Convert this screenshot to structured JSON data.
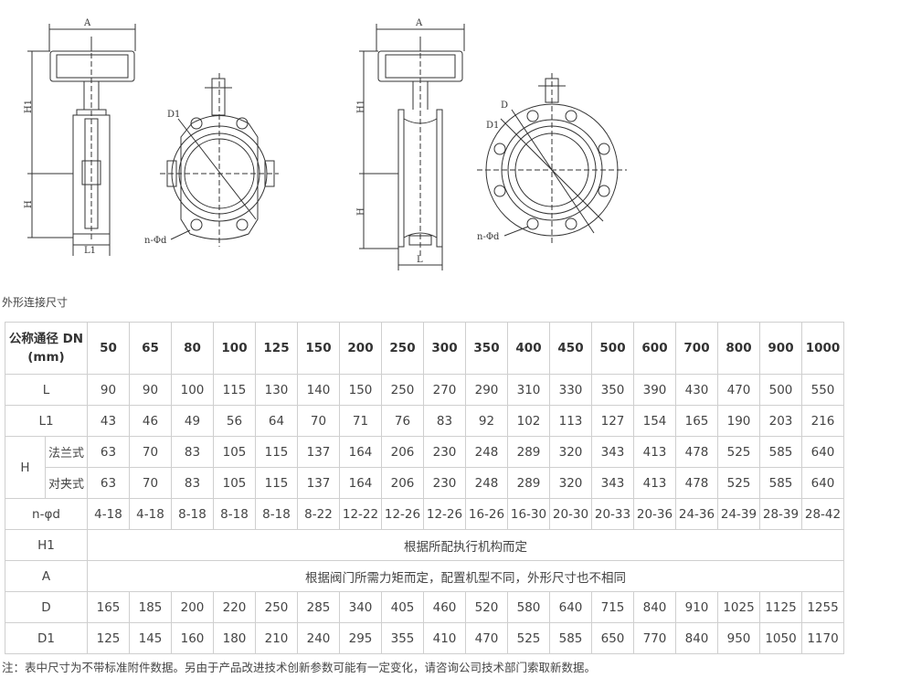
{
  "drawing_labels": {
    "dim_a": "A",
    "dim_h1": "H1",
    "dim_h": "H",
    "dim_l1": "L1",
    "dim_l": "L",
    "dim_d": "D",
    "dim_d1": "D1",
    "bolt_holes": "n-Φd"
  },
  "section_title": "外形连接尺寸",
  "table": {
    "corner_label_1": "公称通径 DN",
    "corner_label_2": "(mm)",
    "dn": [
      "50",
      "65",
      "80",
      "100",
      "125",
      "150",
      "200",
      "250",
      "300",
      "350",
      "400",
      "450",
      "500",
      "600",
      "700",
      "800",
      "900",
      "1000"
    ],
    "rows": {
      "L": {
        "label": "L",
        "values": [
          "90",
          "90",
          "100",
          "115",
          "130",
          "140",
          "150",
          "250",
          "270",
          "290",
          "310",
          "330",
          "350",
          "390",
          "430",
          "470",
          "500",
          "550"
        ]
      },
      "L1": {
        "label": "L1",
        "values": [
          "43",
          "46",
          "49",
          "56",
          "64",
          "70",
          "71",
          "76",
          "83",
          "92",
          "102",
          "113",
          "127",
          "154",
          "165",
          "190",
          "203",
          "216"
        ]
      },
      "H_label": "H",
      "H_flange": {
        "label": "法兰式",
        "values": [
          "63",
          "70",
          "83",
          "105",
          "115",
          "137",
          "164",
          "206",
          "230",
          "248",
          "289",
          "320",
          "343",
          "413",
          "478",
          "525",
          "585",
          "640"
        ]
      },
      "H_wafer": {
        "label": "对夹式",
        "values": [
          "63",
          "70",
          "83",
          "105",
          "115",
          "137",
          "164",
          "206",
          "230",
          "248",
          "289",
          "320",
          "343",
          "413",
          "478",
          "525",
          "585",
          "640"
        ]
      },
      "nd": {
        "label": "n-φd",
        "values": [
          "4-18",
          "4-18",
          "8-18",
          "8-18",
          "8-18",
          "8-22",
          "12-22",
          "12-26",
          "12-26",
          "16-26",
          "16-30",
          "20-30",
          "20-33",
          "20-36",
          "24-36",
          "24-39",
          "28-39",
          "28-42"
        ]
      },
      "H1": {
        "label": "H1",
        "note": "根据所配执行机构而定"
      },
      "A": {
        "label": "A",
        "note": "根据阀门所需力矩而定，配置机型不同，外形尺寸也不相同"
      },
      "D": {
        "label": "D",
        "values": [
          "165",
          "185",
          "200",
          "220",
          "250",
          "285",
          "340",
          "405",
          "460",
          "520",
          "580",
          "640",
          "715",
          "840",
          "910",
          "1025",
          "1125",
          "1255"
        ]
      },
      "D1": {
        "label": "D1",
        "values": [
          "125",
          "145",
          "160",
          "180",
          "210",
          "240",
          "295",
          "355",
          "410",
          "470",
          "525",
          "585",
          "650",
          "770",
          "840",
          "950",
          "1050",
          "1170"
        ]
      }
    }
  },
  "footnote": "注：表中尺寸为不带标准附件数据。另由于产品改进技术创新参数可能有一定变化，请咨询公司技术部门索取新数据。"
}
